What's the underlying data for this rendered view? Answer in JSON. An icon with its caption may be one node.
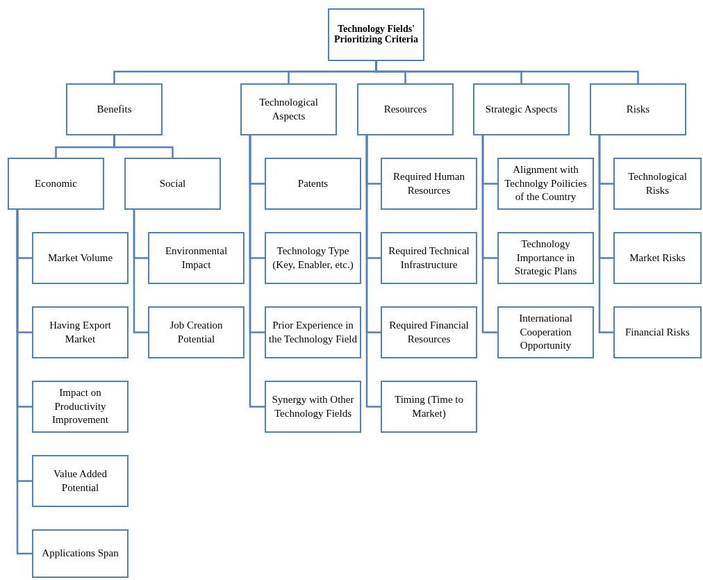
{
  "diagram": {
    "nodes": [
      {
        "text": [
          "Technology Fields' Prioritizing Criteria"
        ]
      },
      {
        "text": [
          "Benefits"
        ]
      },
      {
        "text": [
          "Technological Aspects"
        ]
      },
      {
        "text": [
          "Resources"
        ]
      },
      {
        "text": [
          "Strategic Aspects"
        ]
      },
      {
        "text": [
          "Risks"
        ]
      },
      {
        "text": [
          "Economic"
        ]
      },
      {
        "text": [
          "Social"
        ]
      },
      {
        "text": [
          "Market Volume"
        ]
      },
      {
        "text": [
          "Having Export Market"
        ]
      },
      {
        "text": [
          "Impact on Productivity Improvement"
        ]
      },
      {
        "text": [
          "Value Added Potential"
        ]
      },
      {
        "text": [
          "Applications Span"
        ]
      },
      {
        "text": [
          "Environmental Impact"
        ]
      },
      {
        "text": [
          "Job Creation Potential"
        ]
      },
      {
        "text": [
          "Patents"
        ]
      },
      {
        "text": [
          "Technology Type (Key, Enabler, etc.)"
        ]
      },
      {
        "text": [
          "Prior Experience in the Technology Field"
        ]
      },
      {
        "text": [
          "Synergy with Other Technology Fields"
        ]
      },
      {
        "text": [
          "Required Human Resources"
        ]
      },
      {
        "text": [
          "Required Technical Infrastructure"
        ]
      },
      {
        "text": [
          "Required Financial Resources"
        ]
      },
      {
        "text": [
          "Timing (Time to Market)"
        ]
      },
      {
        "text": [
          "Alignment with Technolgy Poilicies of the Country"
        ]
      },
      {
        "text": [
          "Technology Importance in Strategic Plans"
        ]
      },
      {
        "text": [
          "International Cooperation Opportunity"
        ]
      },
      {
        "text": [
          "Technological Risks"
        ]
      },
      {
        "text": [
          "Market Risks"
        ]
      },
      {
        "text": [
          "Financial Risks"
        ]
      }
    ],
    "edges": [
      {
        "from": 0,
        "to": 1,
        "arrow": "none"
      },
      {
        "from": 0,
        "to": 2,
        "arrow": "none"
      },
      {
        "from": 0,
        "to": 3,
        "arrow": "none"
      },
      {
        "from": 0,
        "to": 4,
        "arrow": "none"
      },
      {
        "from": 0,
        "to": 5,
        "arrow": "none"
      },
      {
        "from": 1,
        "to": 6,
        "arrow": "none"
      },
      {
        "from": 1,
        "to": 7,
        "arrow": "none"
      },
      {
        "from": 6,
        "to": 8,
        "arrow": "none"
      },
      {
        "from": 6,
        "to": 9,
        "arrow": "none"
      },
      {
        "from": 6,
        "to": 10,
        "arrow": "none"
      },
      {
        "from": 6,
        "to": 11,
        "arrow": "none"
      },
      {
        "from": 6,
        "to": 12,
        "arrow": "none"
      },
      {
        "from": 7,
        "to": 13,
        "arrow": "none"
      },
      {
        "from": 7,
        "to": 14,
        "arrow": "none"
      },
      {
        "from": 2,
        "to": 15,
        "arrow": "none"
      },
      {
        "from": 2,
        "to": 16,
        "arrow": "none"
      },
      {
        "from": 2,
        "to": 17,
        "arrow": "none"
      },
      {
        "from": 2,
        "to": 18,
        "arrow": "none"
      },
      {
        "from": 3,
        "to": 19,
        "arrow": "none"
      },
      {
        "from": 3,
        "to": 20,
        "arrow": "none"
      },
      {
        "from": 3,
        "to": 21,
        "arrow": "none"
      },
      {
        "from": 3,
        "to": 22,
        "arrow": "none"
      },
      {
        "from": 4,
        "to": 23,
        "arrow": "none"
      },
      {
        "from": 4,
        "to": 24,
        "arrow": "none"
      },
      {
        "from": 4,
        "to": 25,
        "arrow": "none"
      },
      {
        "from": 5,
        "to": 26,
        "arrow": "none"
      },
      {
        "from": 5,
        "to": 27,
        "arrow": "none"
      },
      {
        "from": 5,
        "to": 28,
        "arrow": "none"
      }
    ]
  }
}
